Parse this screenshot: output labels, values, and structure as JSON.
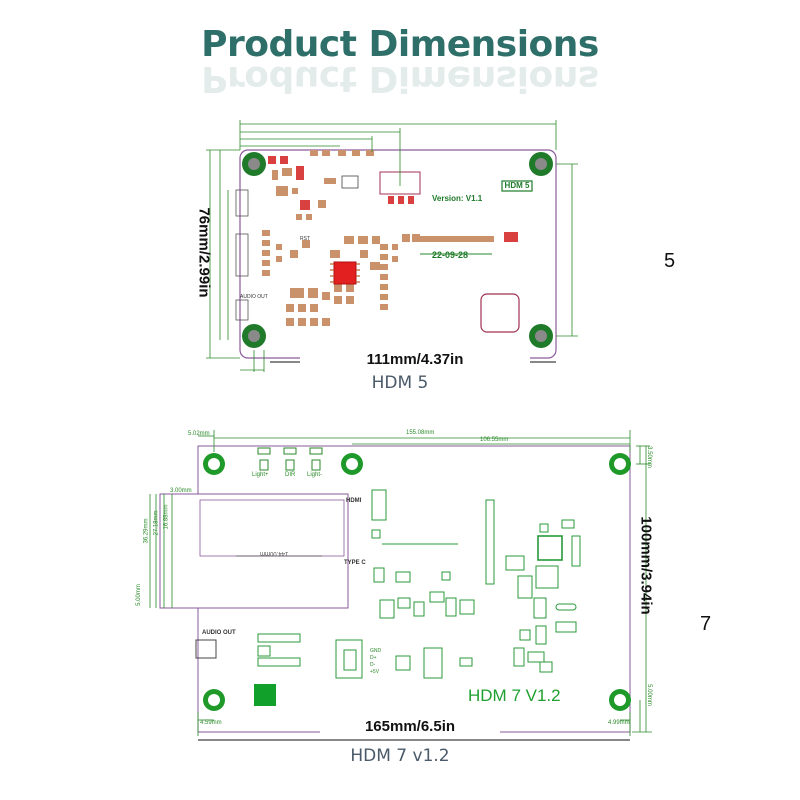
{
  "header": {
    "title": "Product Dimensions"
  },
  "board_top": {
    "caption": "HDM 5",
    "side_number": "5",
    "width_label": "111mm/4.37in",
    "height_label": "76mm/2.99in",
    "model_tag": "HDM 5",
    "version_text": "Version: V1.1",
    "date_text": "22-09-28",
    "audio_label": "AUDIO OUT",
    "rst_label": "RST"
  },
  "board_bottom": {
    "caption": "HDM 7 v1.2",
    "side_number": "7",
    "width_label": "165mm/6.5in",
    "height_label": "100mm/3.94in",
    "model_text": "HDM 7 V1.2",
    "audio_label": "AUDIO OUT",
    "hdmi_label": "HDMI",
    "typec_label": "TYPE C",
    "button_labels": [
      "Light+",
      "DIR",
      "Light-"
    ],
    "pin_labels": [
      "GND",
      "D+",
      "D-",
      "+5V"
    ],
    "dim_small": {
      "top_a": "5.02mm",
      "top_b": "155.08mm",
      "top_c": "106.55mm",
      "left_a": "3.00mm",
      "left_b": "16.88mm",
      "left_c": "27.18mm",
      "left_d": "36.29mm",
      "left_e": "5.00mm",
      "screen_w": "144.00mm",
      "bottom_l": "4.59mm",
      "bottom_r": "4.99mm",
      "right_a": "3.50mm",
      "right_b": "5.00mm"
    }
  }
}
